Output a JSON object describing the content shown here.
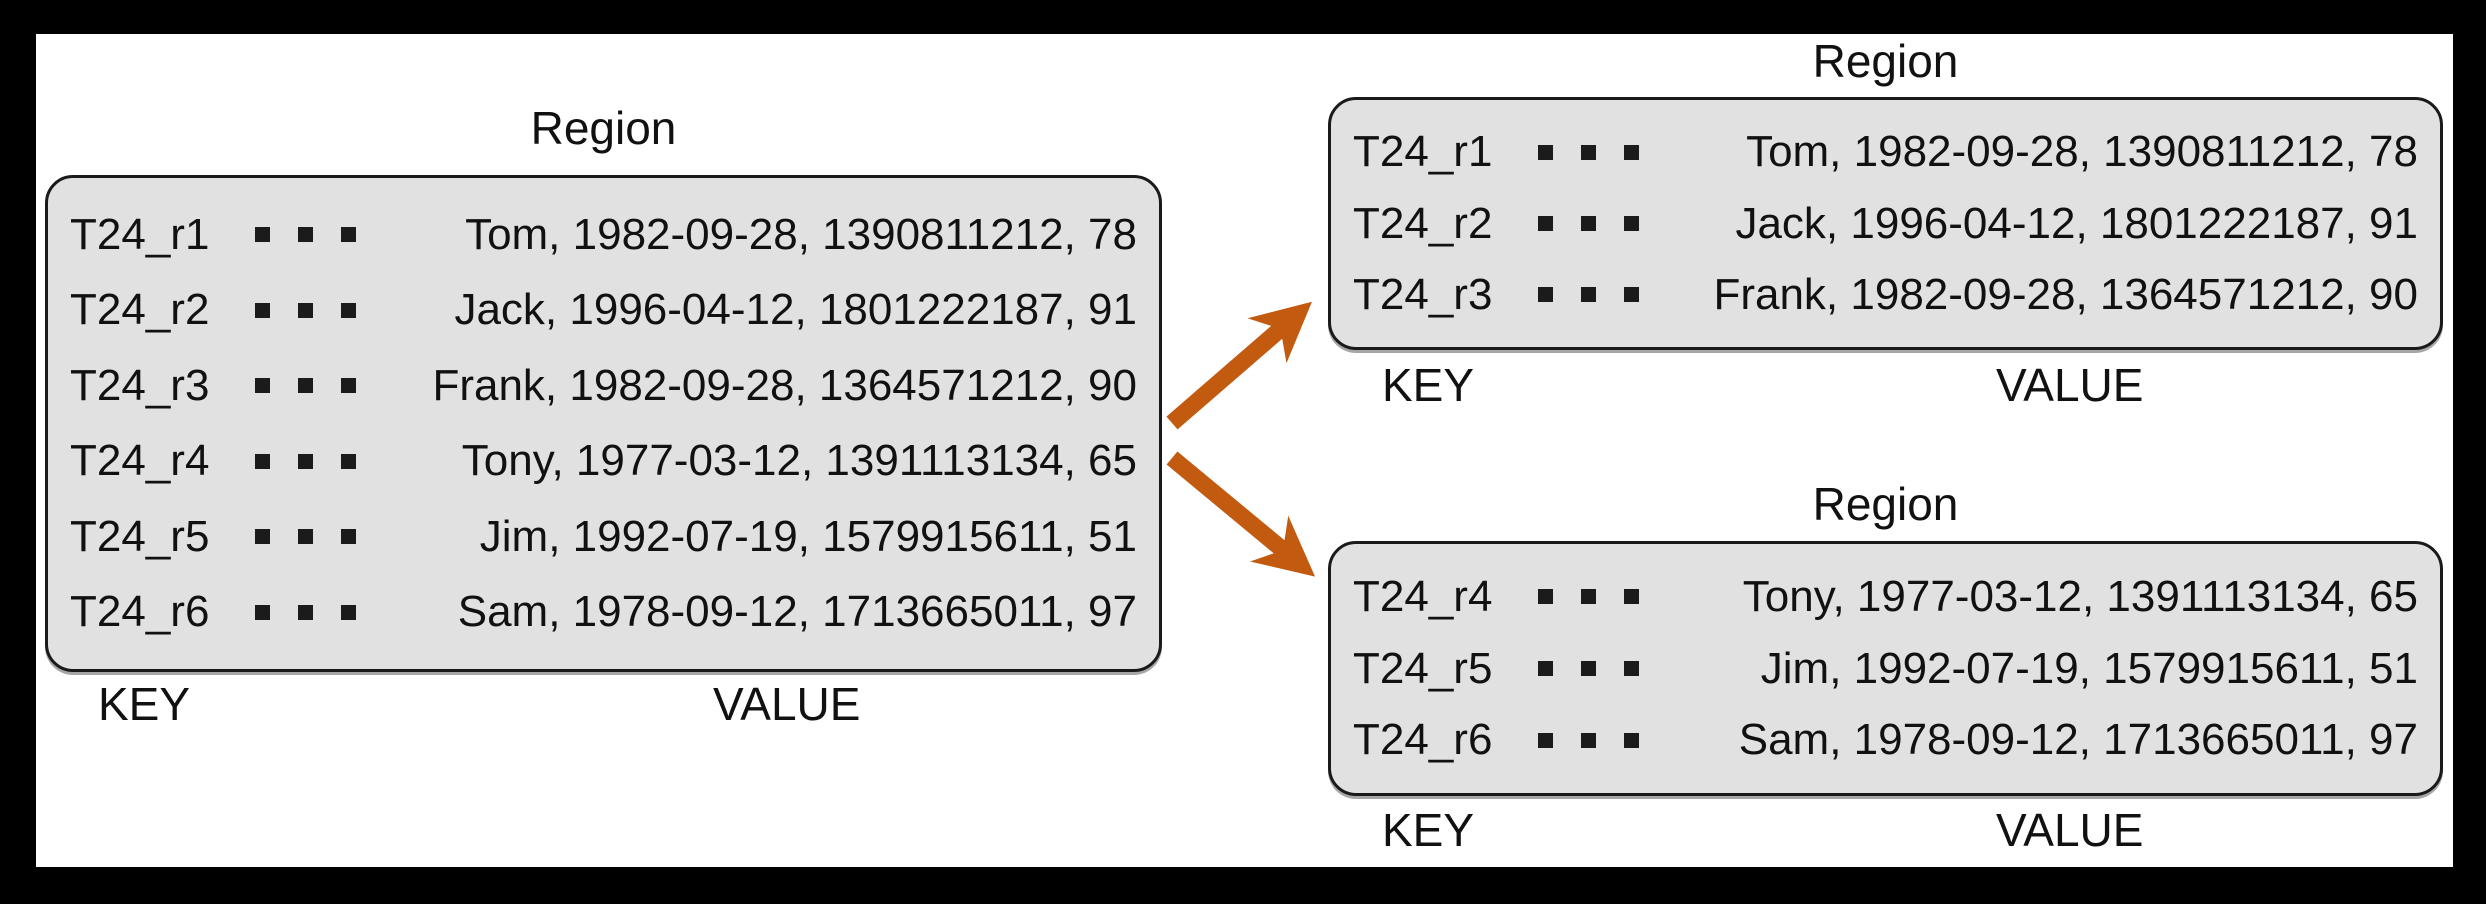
{
  "colors": {
    "frame": "#000000",
    "canvas": "#FFFFFF",
    "box_fill": "#E1E1E1",
    "box_border": "#1A1A1A",
    "text": "#111111",
    "arrow": "#C25A10"
  },
  "source_region": {
    "title": "Region",
    "key_label": "KEY",
    "value_label": "VALUE",
    "rows": [
      {
        "key": "T24_r1",
        "value": "Tom, 1982-09-28, 1390811212, 78"
      },
      {
        "key": "T24_r2",
        "value": "Jack, 1996-04-12, 1801222187, 91"
      },
      {
        "key": "T24_r3",
        "value": "Frank, 1982-09-28, 1364571212, 90"
      },
      {
        "key": "T24_r4",
        "value": "Tony, 1977-03-12, 1391113134, 65"
      },
      {
        "key": "T24_r5",
        "value": "Jim, 1992-07-19, 1579915611, 51"
      },
      {
        "key": "T24_r6",
        "value": "Sam, 1978-09-12, 1713665011, 97"
      }
    ]
  },
  "split_top": {
    "title": "Region",
    "key_label": "KEY",
    "value_label": "VALUE",
    "rows": [
      {
        "key": "T24_r1",
        "value": "Tom, 1982-09-28, 1390811212, 78"
      },
      {
        "key": "T24_r2",
        "value": "Jack, 1996-04-12, 1801222187, 91"
      },
      {
        "key": "T24_r3",
        "value": "Frank, 1982-09-28, 1364571212, 90"
      }
    ]
  },
  "split_bottom": {
    "title": "Region",
    "key_label": "KEY",
    "value_label": "VALUE",
    "rows": [
      {
        "key": "T24_r4",
        "value": "Tony, 1977-03-12, 1391113134, 65"
      },
      {
        "key": "T24_r5",
        "value": "Jim, 1992-07-19, 1579915611, 51"
      },
      {
        "key": "T24_r6",
        "value": "Sam, 1978-09-12, 1713665011, 97"
      }
    ]
  }
}
